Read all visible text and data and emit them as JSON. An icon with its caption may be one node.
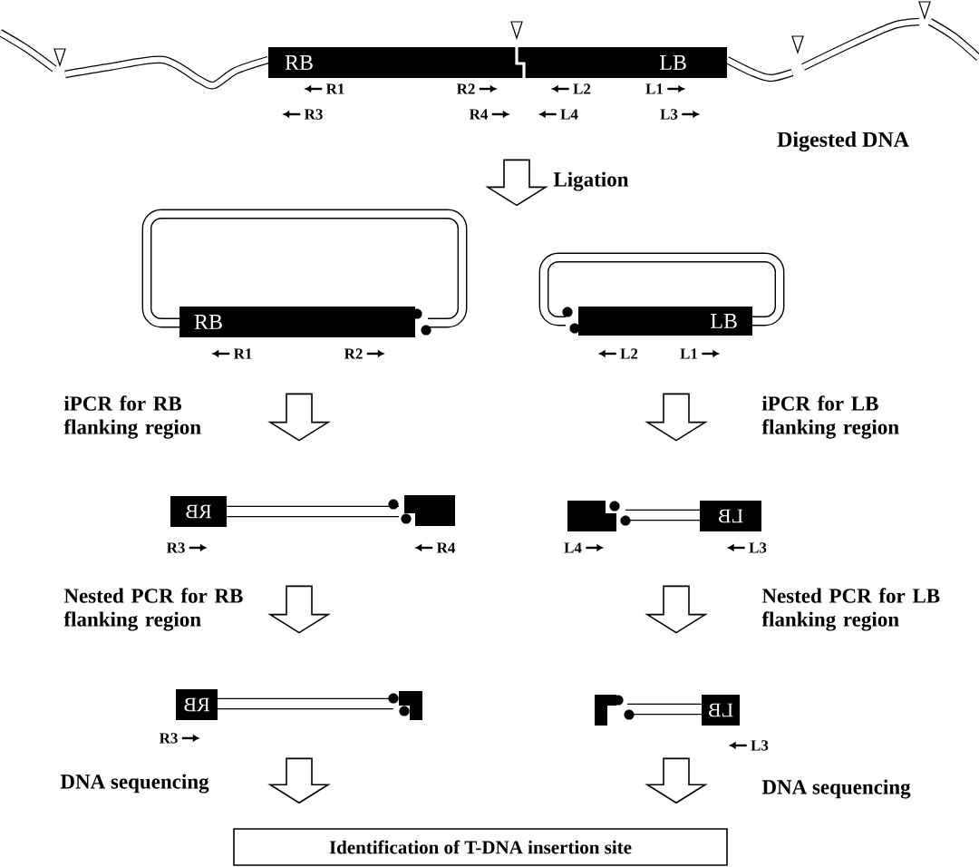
{
  "diagram": {
    "nodes": [
      {
        "text": [
          "RB",
          "LB"
        ],
        "beside": [
          "R1",
          "R2",
          "L2",
          "L1",
          "R3",
          "R4",
          "L4",
          "L3",
          "Digested DNA"
        ]
      },
      {
        "text": [
          "RB"
        ],
        "beside": [
          "R1",
          "R2"
        ]
      },
      {
        "text": [
          "LB"
        ],
        "beside": [
          "L2",
          "L1"
        ]
      },
      {
        "text": [
          "RB"
        ],
        "beside": [
          "R3"
        ]
      },
      {
        "text": [
          "LB"
        ],
        "beside": [
          "L3"
        ]
      },
      {
        "text": [
          "RB"
        ],
        "beside": [
          "R3"
        ]
      },
      {
        "text": [
          "LB"
        ],
        "beside": [
          "L3"
        ]
      },
      {
        "text": [
          "Identification of T-DNA insertion site"
        ]
      }
    ],
    "edges": [
      {
        "from": 0,
        "to": null,
        "arrow": "to",
        "label": "Ligation"
      },
      {
        "from": 1,
        "to": 3,
        "arrow": "to",
        "label": "iPCR for RB flanking region"
      },
      {
        "from": 2,
        "to": 4,
        "arrow": "to",
        "label": "iPCR for LB flanking region"
      },
      {
        "from": 3,
        "to": 5,
        "arrow": "to",
        "label": "Nested PCR for RB flanking region"
      },
      {
        "from": 4,
        "to": 6,
        "arrow": "to",
        "label": "Nested PCR for LB flanking region"
      },
      {
        "from": 5,
        "to": 7,
        "arrow": "to",
        "label": "DNA sequencing"
      },
      {
        "from": 6,
        "to": 7,
        "arrow": "to",
        "label": "DNA sequencing"
      }
    ],
    "labels": [
      "R4",
      "L4"
    ]
  }
}
